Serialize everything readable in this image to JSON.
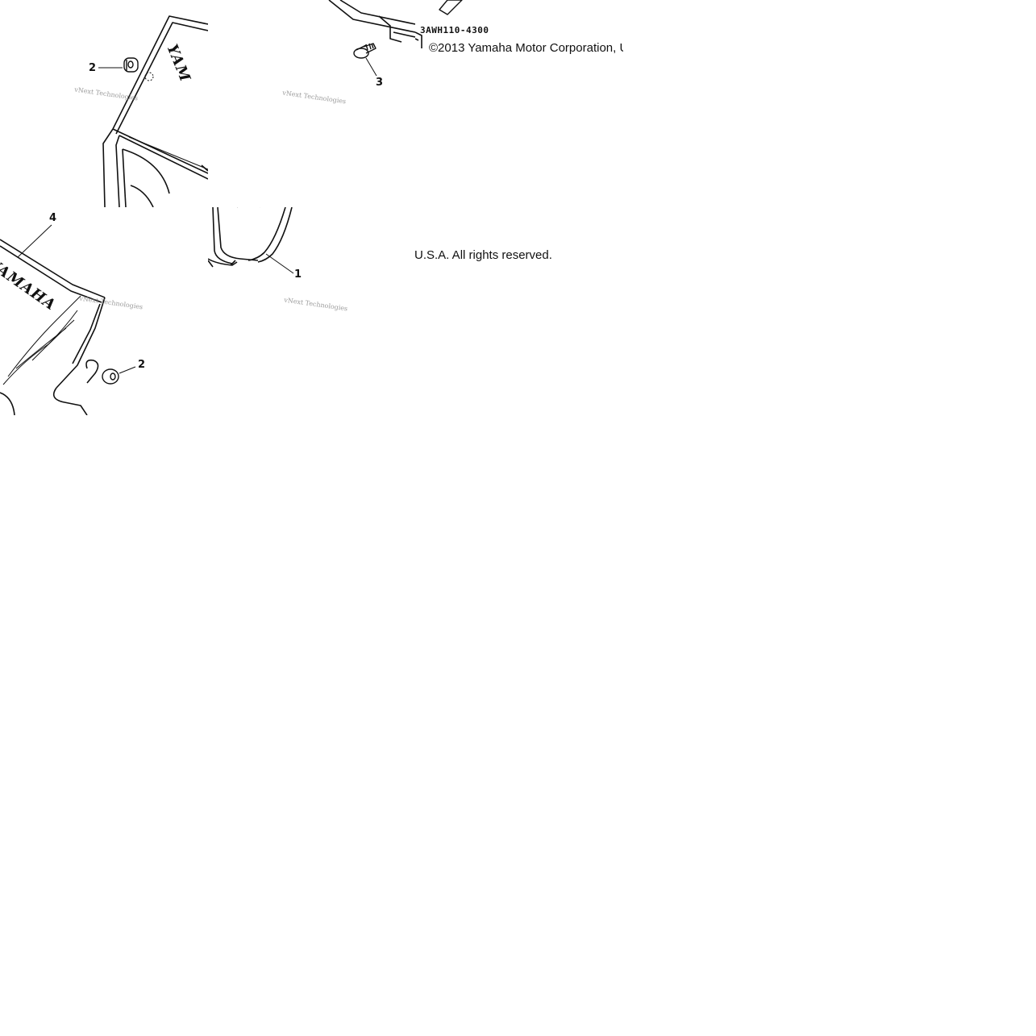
{
  "diagram": {
    "part_code": "3AWH110-4300",
    "copyright_line_1": "©2013 Yamaha Motor Corporation, U",
    "copyright_line_2": "U.S.A. All rights reserved.",
    "brand_text": "YAMAHA",
    "brand_text_fragment": "YAM",
    "watermark": "vNext Technologies",
    "callouts": {
      "part_1": "1",
      "part_2a": "2",
      "part_2b": "2",
      "part_3": "3",
      "part_4": "4"
    }
  }
}
